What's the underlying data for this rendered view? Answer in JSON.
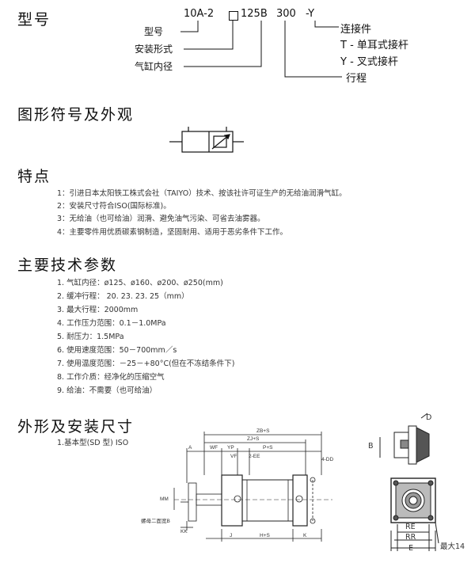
{
  "model_section": {
    "title": "型号",
    "code": {
      "part1": "10A-2",
      "part2": "125B",
      "part3": "300",
      "part4": "-Y"
    },
    "labels": {
      "model": "型号",
      "mount": "安装形式",
      "bore": "气缸内径"
    },
    "right": {
      "connector": "连接件",
      "t_option": "T - 单耳式接杆",
      "y_option": "Y - 叉式接杆",
      "stroke": "行程"
    }
  },
  "symbol_section": {
    "title": "图形符号及外观"
  },
  "features": {
    "title": "特点",
    "items": [
      "1：引进日本太阳铁工株式会社（TAIYO）技术、按该社许可证生产的无给油润滑气缸。",
      "2：安装尺寸符合ISO(国际标准)。",
      "3：无给油（也可给油）润滑、避免油气污染、可省去油雾器。",
      "4：主要零件用优质碳素钢制造，坚固耐用、适用于恶劣条件下工作。"
    ]
  },
  "specs": {
    "title": "主要技术参数",
    "items": [
      "1. 气缸内径：ø125、ø160、ø200、ø250(mm)",
      "2. 缓冲行程：  20.     23.     23.      25（mm）",
      "3. 最大行程：2000mm",
      "4. 工作压力范围：0.1－1.0MPa",
      "5. 耐压力：1.5MPa",
      "6. 使用速度范围：50－700mm／s",
      "7. 使用温度范围：－25－+80°C(但在不冻结条件下)",
      "8. 工作介质：经净化的压缩空气",
      "9. 给油：不需要（也可给油）"
    ]
  },
  "dimensions": {
    "title": "外形及安装尺寸",
    "subtitle": "1.基本型(SD 型) ISO",
    "drawing_labels": {
      "zb": "ZB+S",
      "zj": "ZJ+S",
      "a": "A",
      "wf": "WF",
      "yp": "YP",
      "ps": "P+S",
      "vf": "VF",
      "ee": "2-EE",
      "dd": "4-DD",
      "mm": "MM",
      "kk": "KK",
      "nut": "螺母二面宽B",
      "j": "J",
      "hs": "H+S",
      "k": "K",
      "d": "D",
      "b": "B",
      "re": "RE",
      "rr": "RR",
      "e": "E",
      "max": "最大14"
    }
  }
}
